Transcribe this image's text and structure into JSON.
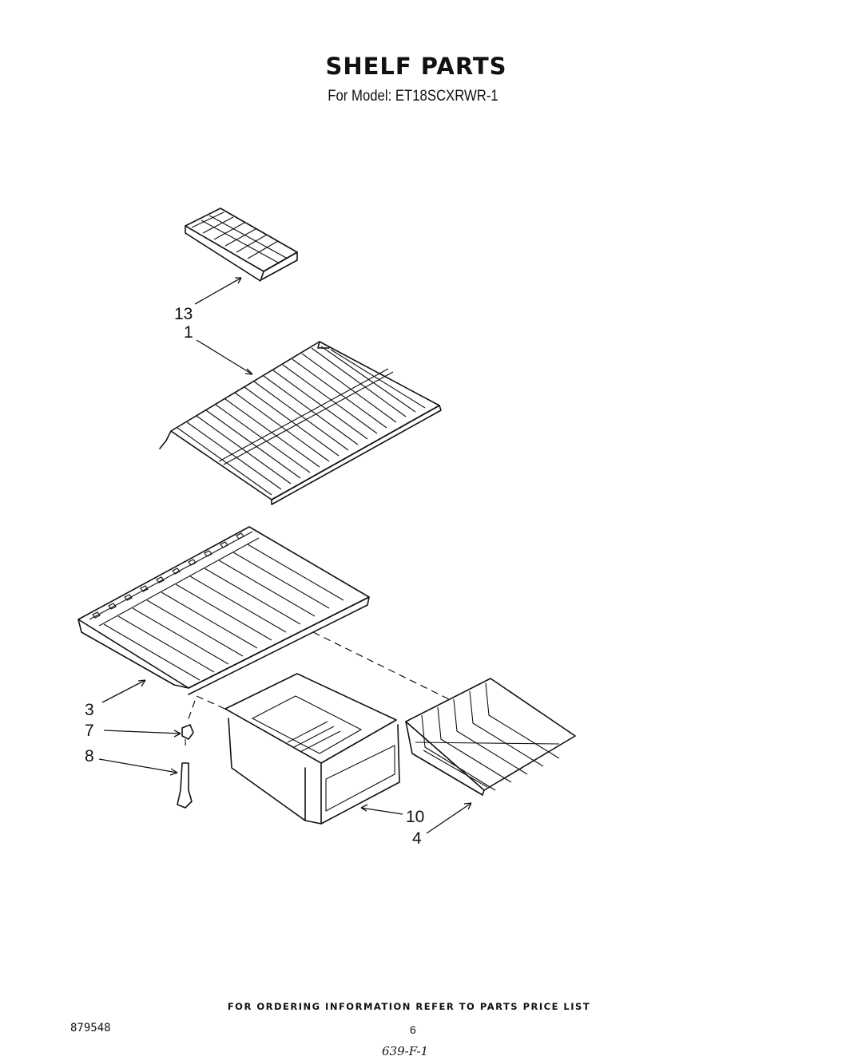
{
  "header": {
    "title": "SHELF PARTS",
    "subtitle": "For Model: ET18SCXRWR-1"
  },
  "callouts": {
    "c13": "13",
    "c1": "1",
    "c3": "3",
    "c7": "7",
    "c8": "8",
    "c10": "10",
    "c4": "4"
  },
  "footer": {
    "ordering_note": "FOR ORDERING INFORMATION REFER TO PARTS PRICE LIST",
    "page_code": "879548",
    "page_number": "6",
    "handwritten_code": "639-F-1"
  }
}
